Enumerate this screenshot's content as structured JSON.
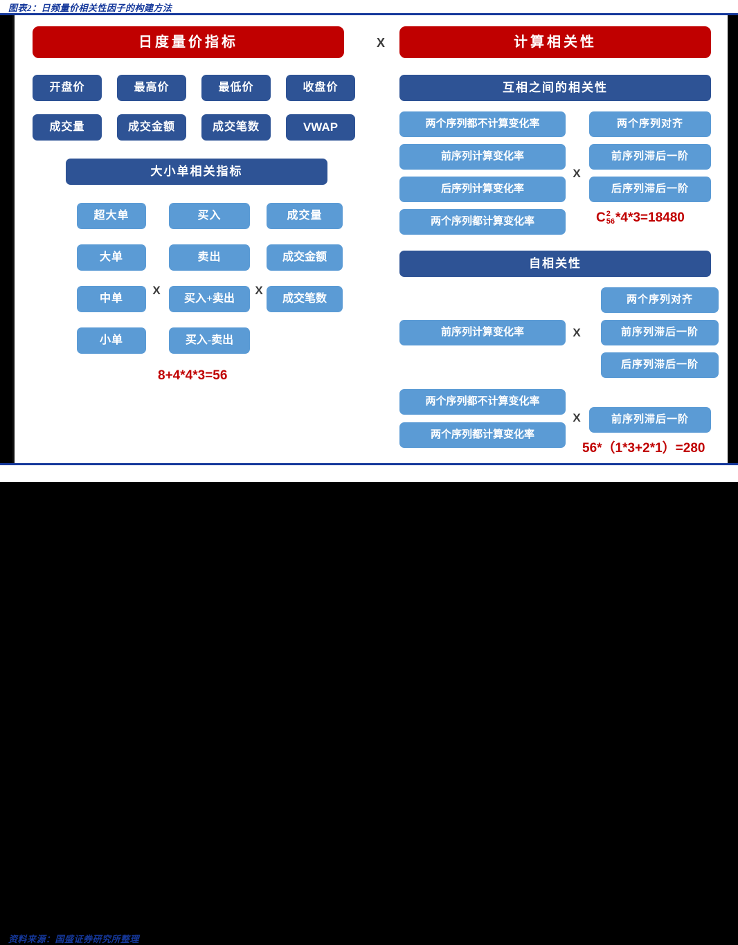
{
  "title": "图表2：日频量价相关性因子的构建方法",
  "footer": "资料来源：国盛证券研究所整理",
  "colors": {
    "red": "#C00000",
    "dark_blue": "#2E5395",
    "light_blue": "#5B9BD5",
    "title_blue": "#15389B",
    "background": "#FFFFFF"
  },
  "operators": {
    "top_x": "X",
    "left_x1": "X",
    "left_x2": "X",
    "right_cross_x": "X",
    "right_auto_x": "X",
    "right_bottom_x": "X"
  },
  "left_panel": {
    "header": "日度量价指标",
    "price_volume_row1": [
      "开盘价",
      "最高价",
      "最低价",
      "收盘价"
    ],
    "price_volume_row2": [
      "成交量",
      "成交金额",
      "成交笔数",
      "VWAP"
    ],
    "order_header": "大小单相关指标",
    "order_size": [
      "超大单",
      "大单",
      "中单",
      "小单"
    ],
    "order_direction": [
      "买入",
      "卖出",
      "买入+卖出",
      "买入-卖出"
    ],
    "order_measure": [
      "成交量",
      "成交金额",
      "成交笔数"
    ],
    "formula": "8+4*4*3=56"
  },
  "right_panel": {
    "header": "计算相关性",
    "cross": {
      "header": "互相之间的相关性",
      "left_items": [
        "两个序列都不计算变化率",
        "前序列计算变化率",
        "后序列计算变化率",
        "两个序列都计算变化率"
      ],
      "right_items": [
        "两个序列对齐",
        "前序列滞后一阶",
        "后序列滞后一阶"
      ],
      "formula": {
        "symbol": "C",
        "superscript": "2",
        "subscript": "56",
        "tail": "*4*3=18480"
      }
    },
    "auto": {
      "header": "自相关性",
      "group1_left": [
        "前序列计算变化率"
      ],
      "group1_right": [
        "两个序列对齐",
        "前序列滞后一阶",
        "后序列滞后一阶"
      ],
      "group2_left": [
        "两个序列都不计算变化率",
        "两个序列都计算变化率"
      ],
      "group2_right": [
        "前序列滞后一阶"
      ],
      "formula": "56*（1*3+2*1）=280"
    }
  }
}
